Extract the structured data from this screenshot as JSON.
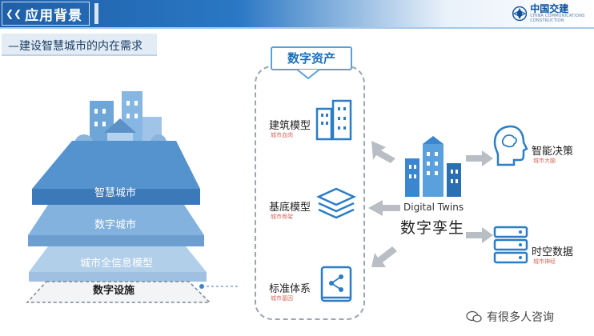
{
  "header": {
    "title": "应用背景",
    "brand_name": "中国交建",
    "brand_subtitle": "CHINA COMMUNICATIONS CONSTRUCTION"
  },
  "subtitle": "—建设智慧城市的内在需求",
  "layers": [
    "智慧城市",
    "数字城市",
    "城市全信息模型",
    "数字设施"
  ],
  "assets": {
    "tag": "数字资产",
    "items": [
      {
        "label": "建筑模型",
        "sub": "城市血肉"
      },
      {
        "label": "基底模型",
        "sub": "城市骨架"
      },
      {
        "label": "标准体系",
        "sub": "城市基因"
      }
    ]
  },
  "twin": {
    "en": "Digital Twins",
    "zh": "数字孪生"
  },
  "outputs": [
    {
      "label": "智能决策",
      "sub": "城市大脑"
    },
    {
      "label": "时空数据",
      "sub": "城市神经"
    }
  ],
  "watermark": "有很多人咨询",
  "colors": {
    "primary": "#1f5fa8",
    "accent": "#3a86cf",
    "sub_label": "#d96a5e"
  }
}
